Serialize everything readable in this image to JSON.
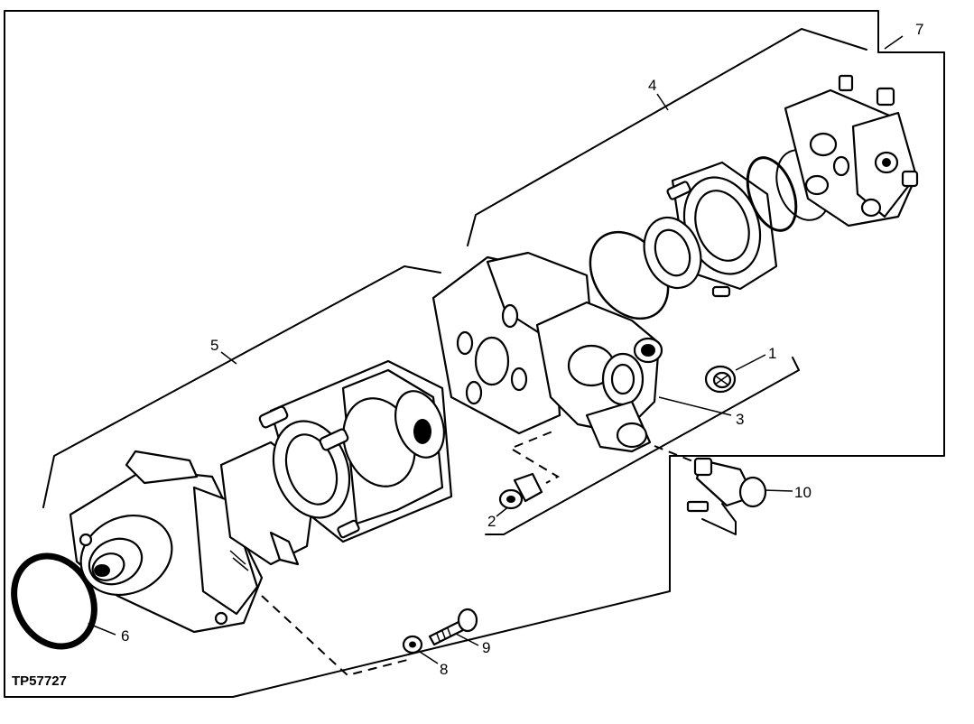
{
  "figure_id": "TP57727",
  "callouts": {
    "c1": "1",
    "c2": "2",
    "c3": "3",
    "c4": "4",
    "c5": "5",
    "c6": "6",
    "c7": "7",
    "c8": "8",
    "c9": "9",
    "c10": "10"
  }
}
